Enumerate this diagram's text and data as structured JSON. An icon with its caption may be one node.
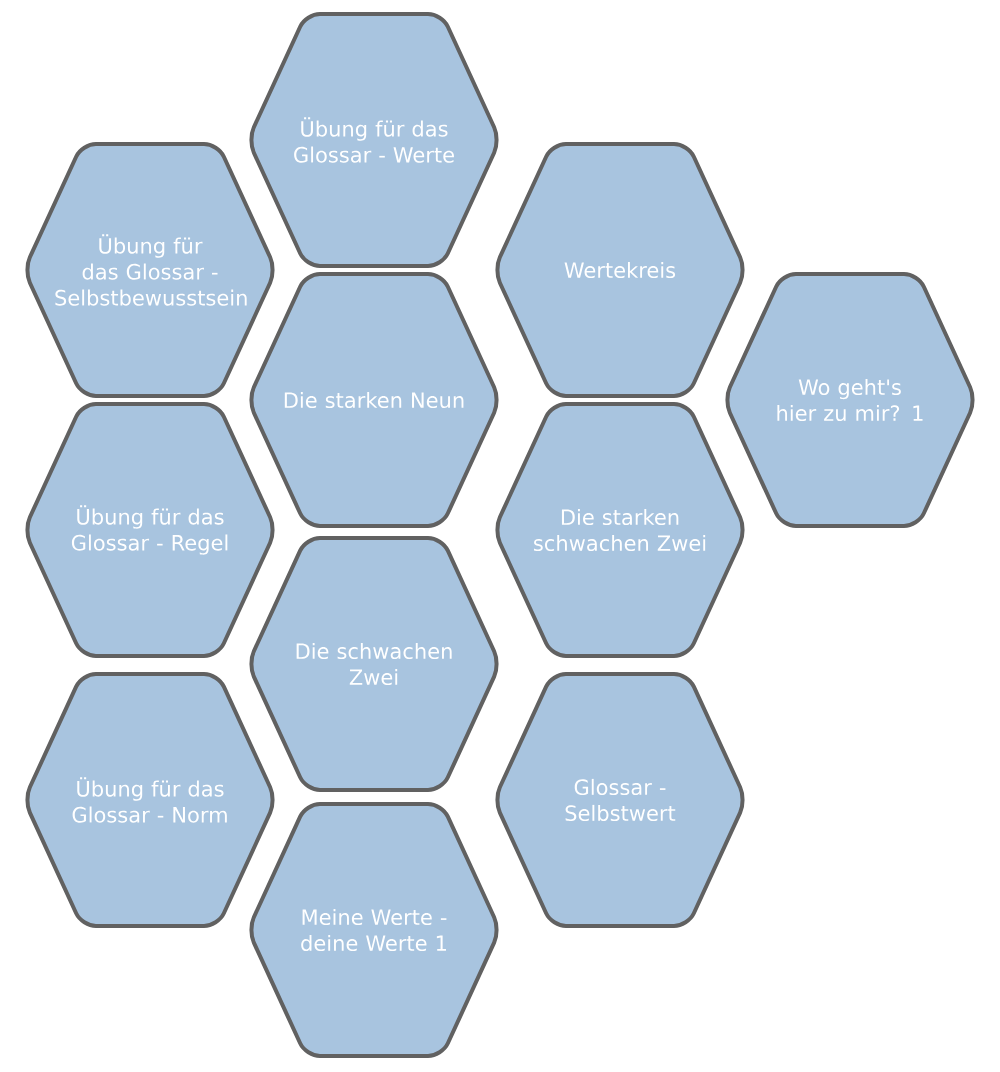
{
  "diagram": {
    "nodes": [
      {
        "text": [
          "Übung für das Glossar - Werte"
        ]
      },
      {
        "text": [
          "Übung für das Glossar - Selbstbewusstsein"
        ]
      },
      {
        "text": [
          "Wertekreis"
        ]
      },
      {
        "text": [
          "Die starken Neun"
        ]
      },
      {
        "text": [
          "Wo geht's hier zu mir? 1"
        ]
      },
      {
        "text": [
          "Übung für das Glossar - Regel"
        ]
      },
      {
        "text": [
          "Die starken schwachen Zwei"
        ]
      },
      {
        "text": [
          "Die schwachen Zwei"
        ]
      },
      {
        "text": [
          "Übung für das Glossar - Norm"
        ]
      },
      {
        "text": [
          "Glossar - Selbstwert"
        ]
      },
      {
        "text": [
          "Meine Werte - deine Werte 1"
        ]
      }
    ]
  }
}
